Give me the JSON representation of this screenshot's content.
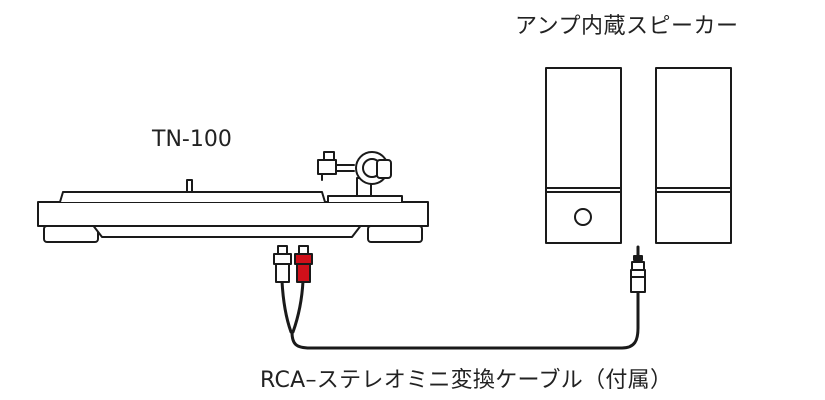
{
  "labels": {
    "speaker": "アンプ内蔵スピーカー",
    "turntable": "TN-100",
    "cable": "RCA–ステレオミニ変換ケーブル（付属）"
  },
  "colors": {
    "line": "#1a1a1a",
    "rca_red": "#d0101a",
    "rca_white": "#ffffff",
    "background": "#ffffff"
  }
}
